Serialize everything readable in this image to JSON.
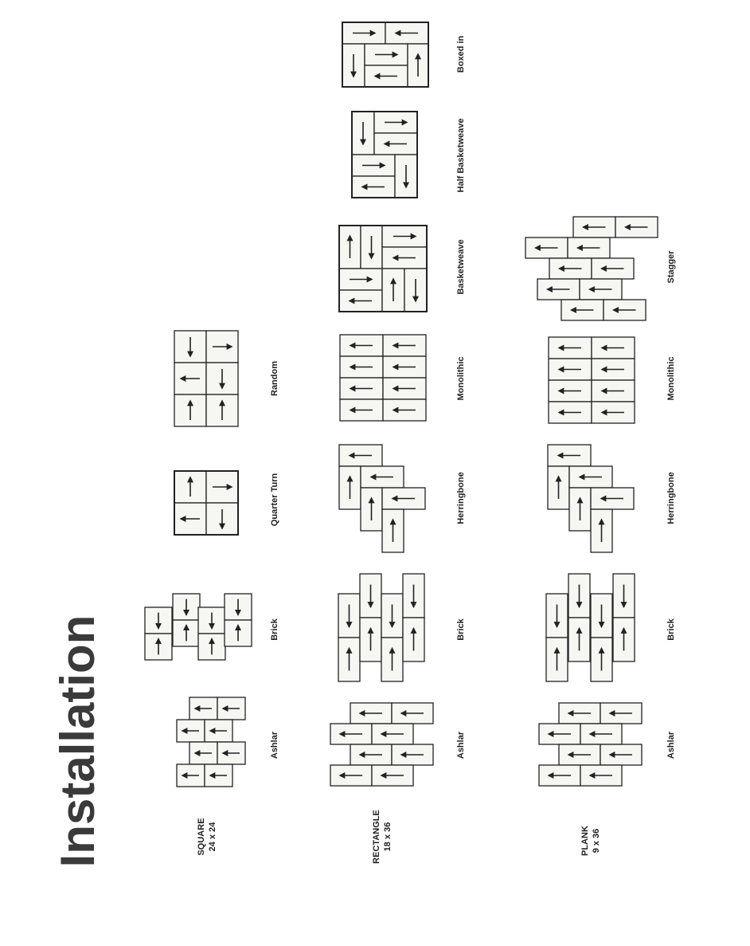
{
  "page": {
    "title": "Installation"
  },
  "rows": [
    {
      "id": "square",
      "label_line1": "SQUARE",
      "label_line2": "24 x 24",
      "patterns": [
        {
          "id": "ashlar",
          "name": "Ashlar"
        },
        {
          "id": "brick",
          "name": "Brick"
        },
        {
          "id": "quarter_turn",
          "name": "Quarter Turn"
        },
        {
          "id": "random",
          "name": "Random"
        }
      ]
    },
    {
      "id": "rectangle",
      "label_line1": "RECTANGLE",
      "label_line2": "18 x 36",
      "patterns": [
        {
          "id": "ashlar",
          "name": "Ashlar"
        },
        {
          "id": "brick",
          "name": "Brick"
        },
        {
          "id": "herringbone",
          "name": "Herringbone"
        },
        {
          "id": "monolithic",
          "name": "Monolithic"
        },
        {
          "id": "basketweave",
          "name": "Basketweave"
        },
        {
          "id": "half_basketweave",
          "name": "Half Basketweave"
        },
        {
          "id": "boxed_in",
          "name": "Boxed in"
        }
      ]
    },
    {
      "id": "plank",
      "label_line1": "PLANK",
      "label_line2": "9 x 36",
      "patterns": [
        {
          "id": "ashlar",
          "name": "Ashlar"
        },
        {
          "id": "brick",
          "name": "Brick"
        },
        {
          "id": "herringbone",
          "name": "Herringbone"
        },
        {
          "id": "monolithic",
          "name": "Monolithic"
        },
        {
          "id": "stagger",
          "name": "Stagger"
        }
      ]
    }
  ]
}
